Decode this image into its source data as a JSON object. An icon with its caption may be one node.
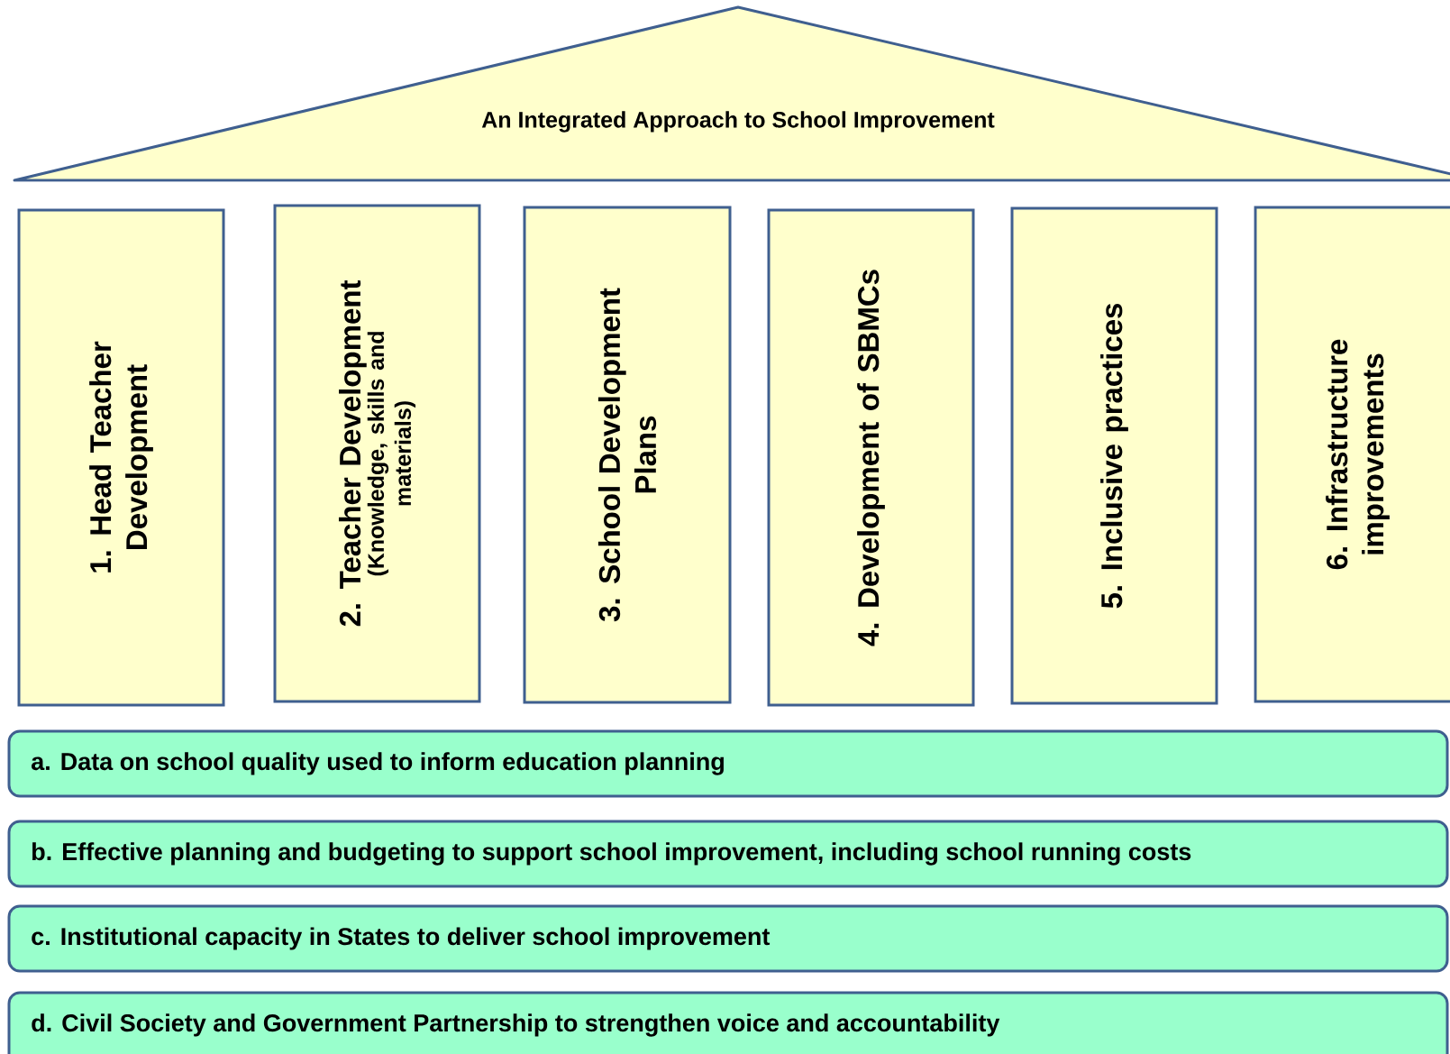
{
  "diagram": {
    "nodes": [
      {
        "text": [
          "An Integrated Approach to School Improvement"
        ]
      },
      {
        "text": [
          "1. Head Teacher Development"
        ]
      },
      {
        "text": [
          "2. Teacher Development",
          "(Knowledge, skills and materials)"
        ]
      },
      {
        "text": [
          "3. School Development Plans"
        ]
      },
      {
        "text": [
          "4. Development of SBMCs"
        ]
      },
      {
        "text": [
          "5. Inclusive practices"
        ]
      },
      {
        "text": [
          "6. Infrastructure improvements"
        ]
      },
      {
        "text": [
          "a. Data on school quality used to inform education planning"
        ]
      },
      {
        "text": [
          "b. Effective planning and budgeting to support school improvement, including school running costs"
        ]
      },
      {
        "text": [
          "c. Institutional capacity in States to deliver school improvement"
        ]
      },
      {
        "text": [
          "d. Civil Society and Government Partnership to strengthen voice and accountability"
        ]
      }
    ]
  }
}
